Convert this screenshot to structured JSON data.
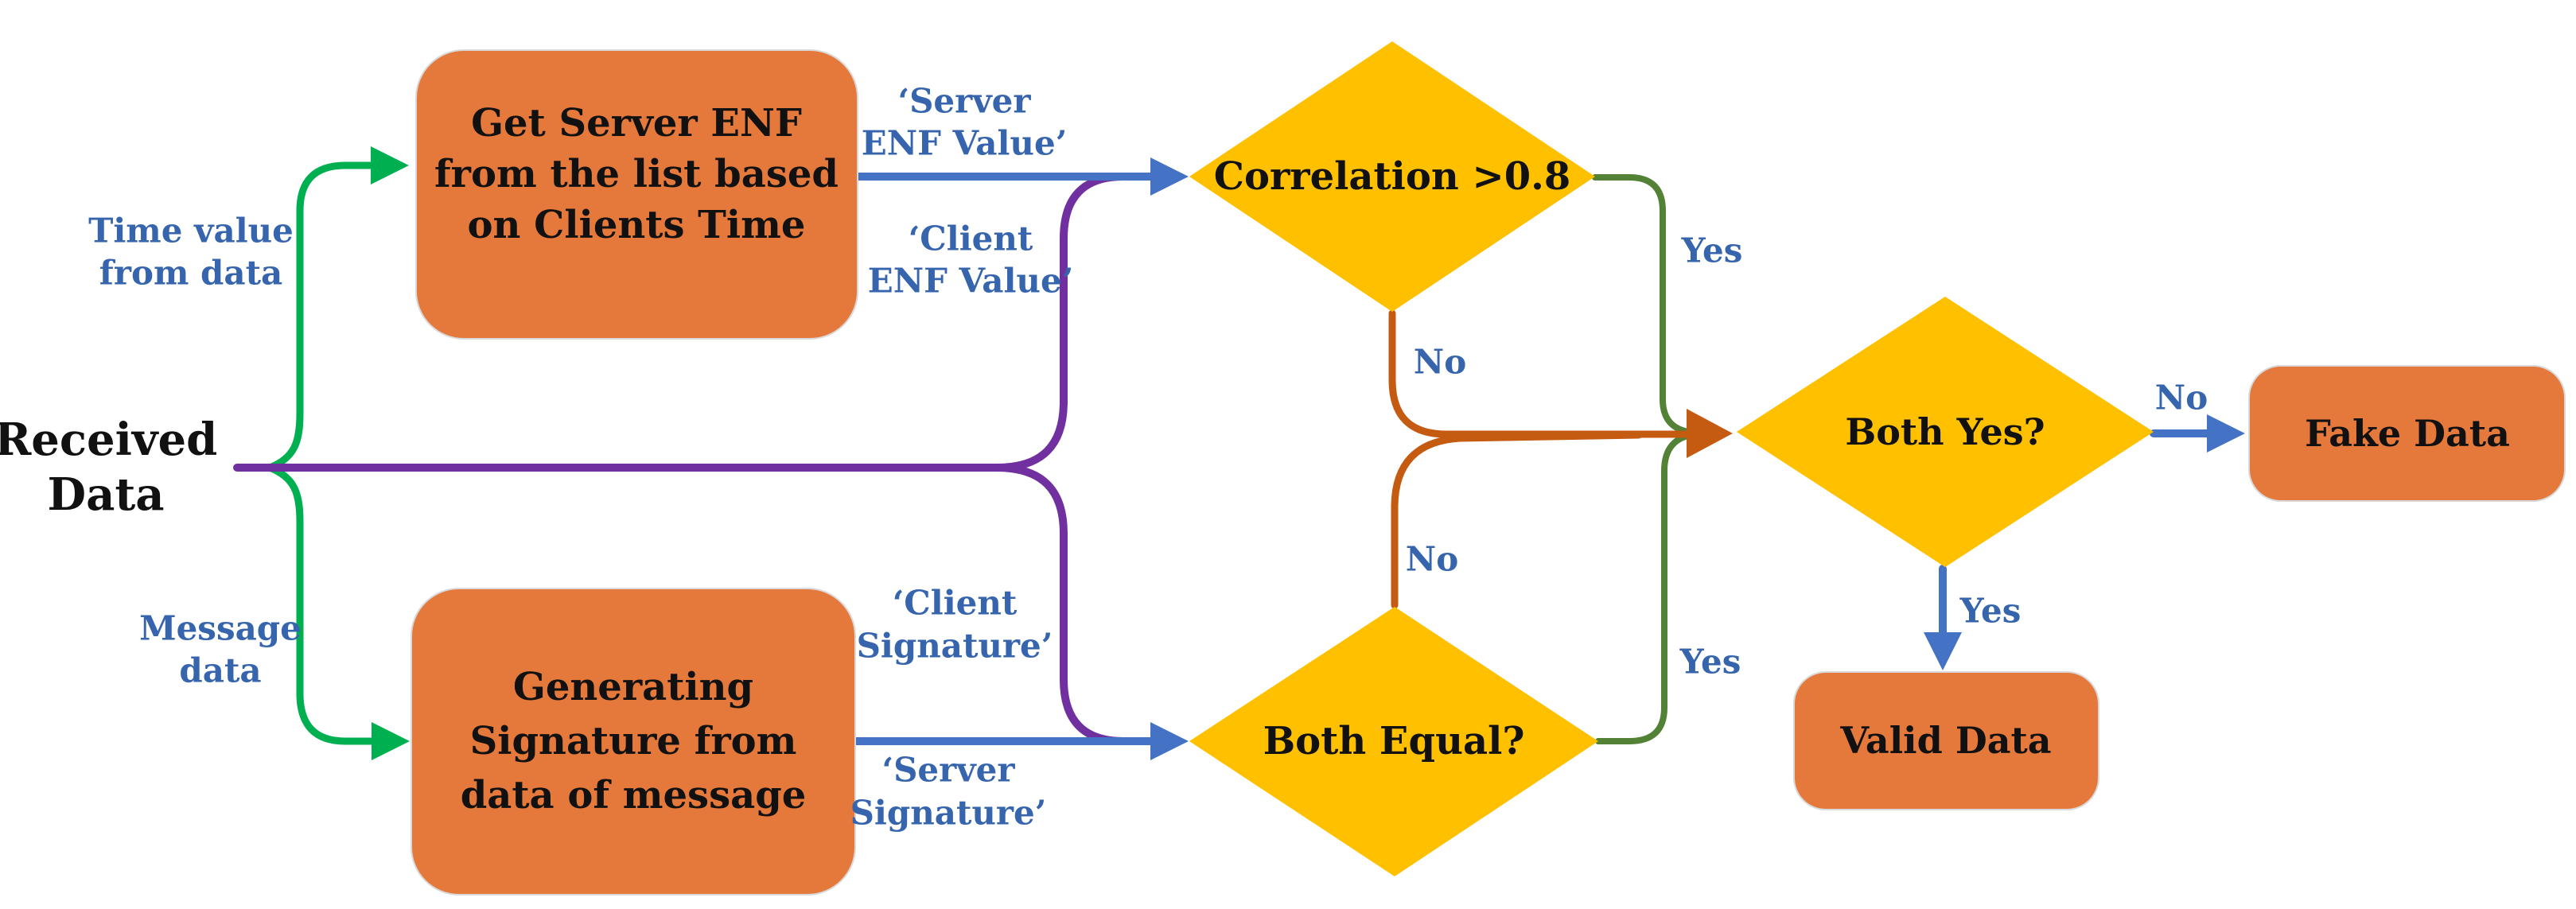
{
  "title": "ENF data validation flowchart",
  "colors": {
    "node_box_orange": "#E5793B",
    "decision_diamond_yellow": "#FFC000",
    "arrow_green": "#00B050",
    "arrow_dark_green": "#538135",
    "arrow_purple": "#7030A0",
    "arrow_blue": "#4472C4",
    "arrow_dark_orange": "#C55A11",
    "label_blue_text": "#3665AD",
    "node_text_black": "#111111",
    "background": "#FFFFFF"
  },
  "nodes": {
    "received_data": {
      "line1": "Received",
      "line2": "Data"
    },
    "get_server_enf": {
      "line1": "Get Server ENF",
      "line2": "from the list based",
      "line3": "on Clients Time"
    },
    "generating_signature": {
      "line1": "Generating",
      "line2": "Signature from",
      "line3": "data of message"
    },
    "correlation": {
      "label": "Correlation >0.8"
    },
    "both_equal": {
      "label": "Both Equal?"
    },
    "both_yes": {
      "label": "Both Yes?"
    },
    "fake_data": {
      "label": "Fake Data"
    },
    "valid_data": {
      "label": "Valid Data"
    }
  },
  "edge_labels": {
    "time_value": {
      "line1": "Time value",
      "line2": "from data"
    },
    "message_data": {
      "line1": "Message",
      "line2": "data"
    },
    "server_enf_value": {
      "line1": "‘Server",
      "line2": "ENF Value’"
    },
    "client_enf_value": {
      "line1": "‘Client",
      "line2": "ENF Value’"
    },
    "client_signature": {
      "line1": "‘Client",
      "line2": "Signature’"
    },
    "server_signature": {
      "line1": "‘Server",
      "line2": "Signature’"
    },
    "correlation_no": "No",
    "correlation_yes": "Yes",
    "both_equal_no": "No",
    "both_equal_yes": "Yes",
    "both_yes_no": "No",
    "both_yes_yes": "Yes"
  }
}
